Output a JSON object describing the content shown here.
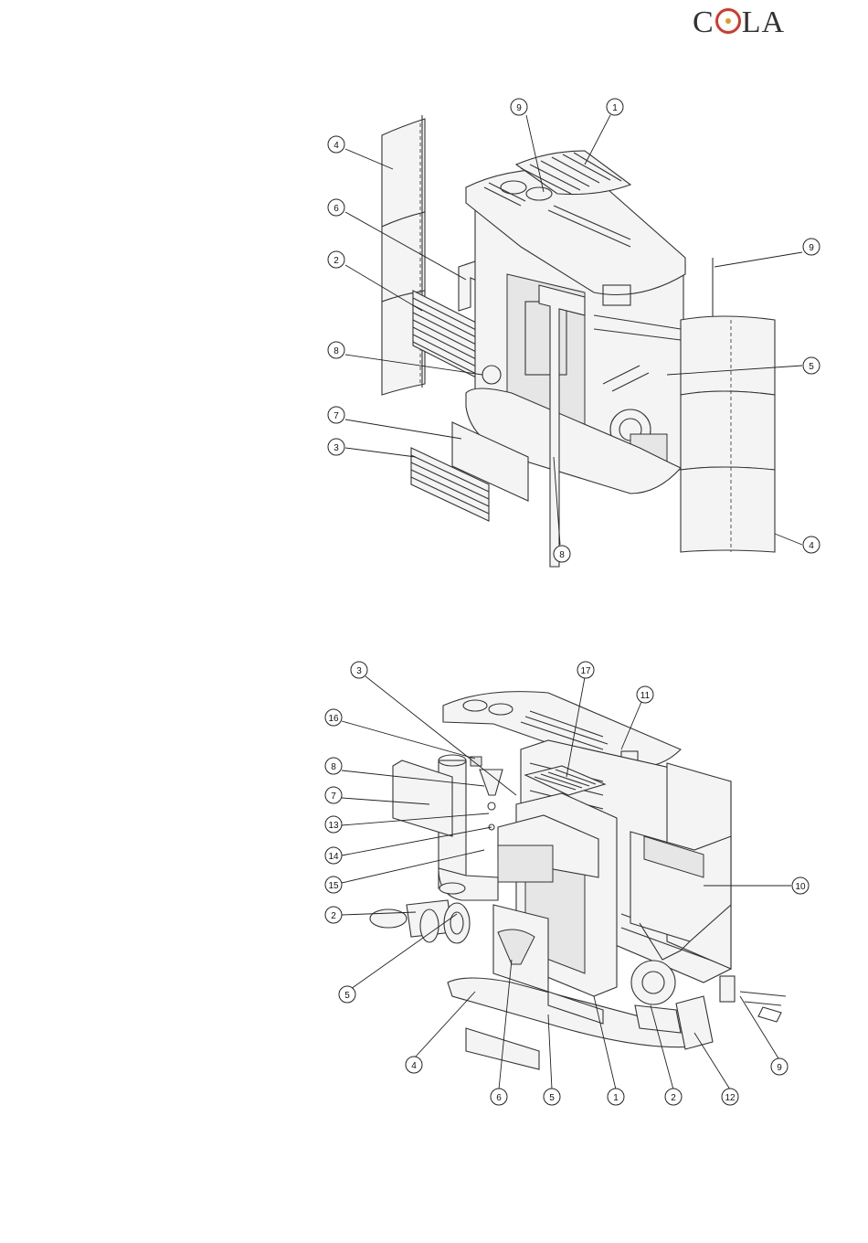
{
  "brand": {
    "name_left": "C",
    "name_right": "LA"
  },
  "diagram_top": {
    "callouts": [
      {
        "id": "t9a",
        "label": "9"
      },
      {
        "id": "t1",
        "label": "1"
      },
      {
        "id": "t4a",
        "label": "4"
      },
      {
        "id": "t6",
        "label": "6"
      },
      {
        "id": "t2",
        "label": "2"
      },
      {
        "id": "t9b",
        "label": "9"
      },
      {
        "id": "t8a",
        "label": "8"
      },
      {
        "id": "t5",
        "label": "5"
      },
      {
        "id": "t7",
        "label": "7"
      },
      {
        "id": "t3",
        "label": "3"
      },
      {
        "id": "t4b",
        "label": "4"
      },
      {
        "id": "t8b",
        "label": "8"
      }
    ]
  },
  "diagram_bottom": {
    "callouts": [
      {
        "id": "b3",
        "label": "3"
      },
      {
        "id": "b17",
        "label": "17"
      },
      {
        "id": "b11",
        "label": "11"
      },
      {
        "id": "b16",
        "label": "16"
      },
      {
        "id": "b8",
        "label": "8"
      },
      {
        "id": "b7",
        "label": "7"
      },
      {
        "id": "b13",
        "label": "13"
      },
      {
        "id": "b14",
        "label": "14"
      },
      {
        "id": "b15",
        "label": "15"
      },
      {
        "id": "b10",
        "label": "10"
      },
      {
        "id": "b2a",
        "label": "2"
      },
      {
        "id": "b5a",
        "label": "5"
      },
      {
        "id": "b4",
        "label": "4"
      },
      {
        "id": "b9",
        "label": "9"
      },
      {
        "id": "b6",
        "label": "6"
      },
      {
        "id": "b5b",
        "label": "5"
      },
      {
        "id": "b1",
        "label": "1"
      },
      {
        "id": "b2b",
        "label": "2"
      },
      {
        "id": "b12",
        "label": "12"
      }
    ]
  }
}
